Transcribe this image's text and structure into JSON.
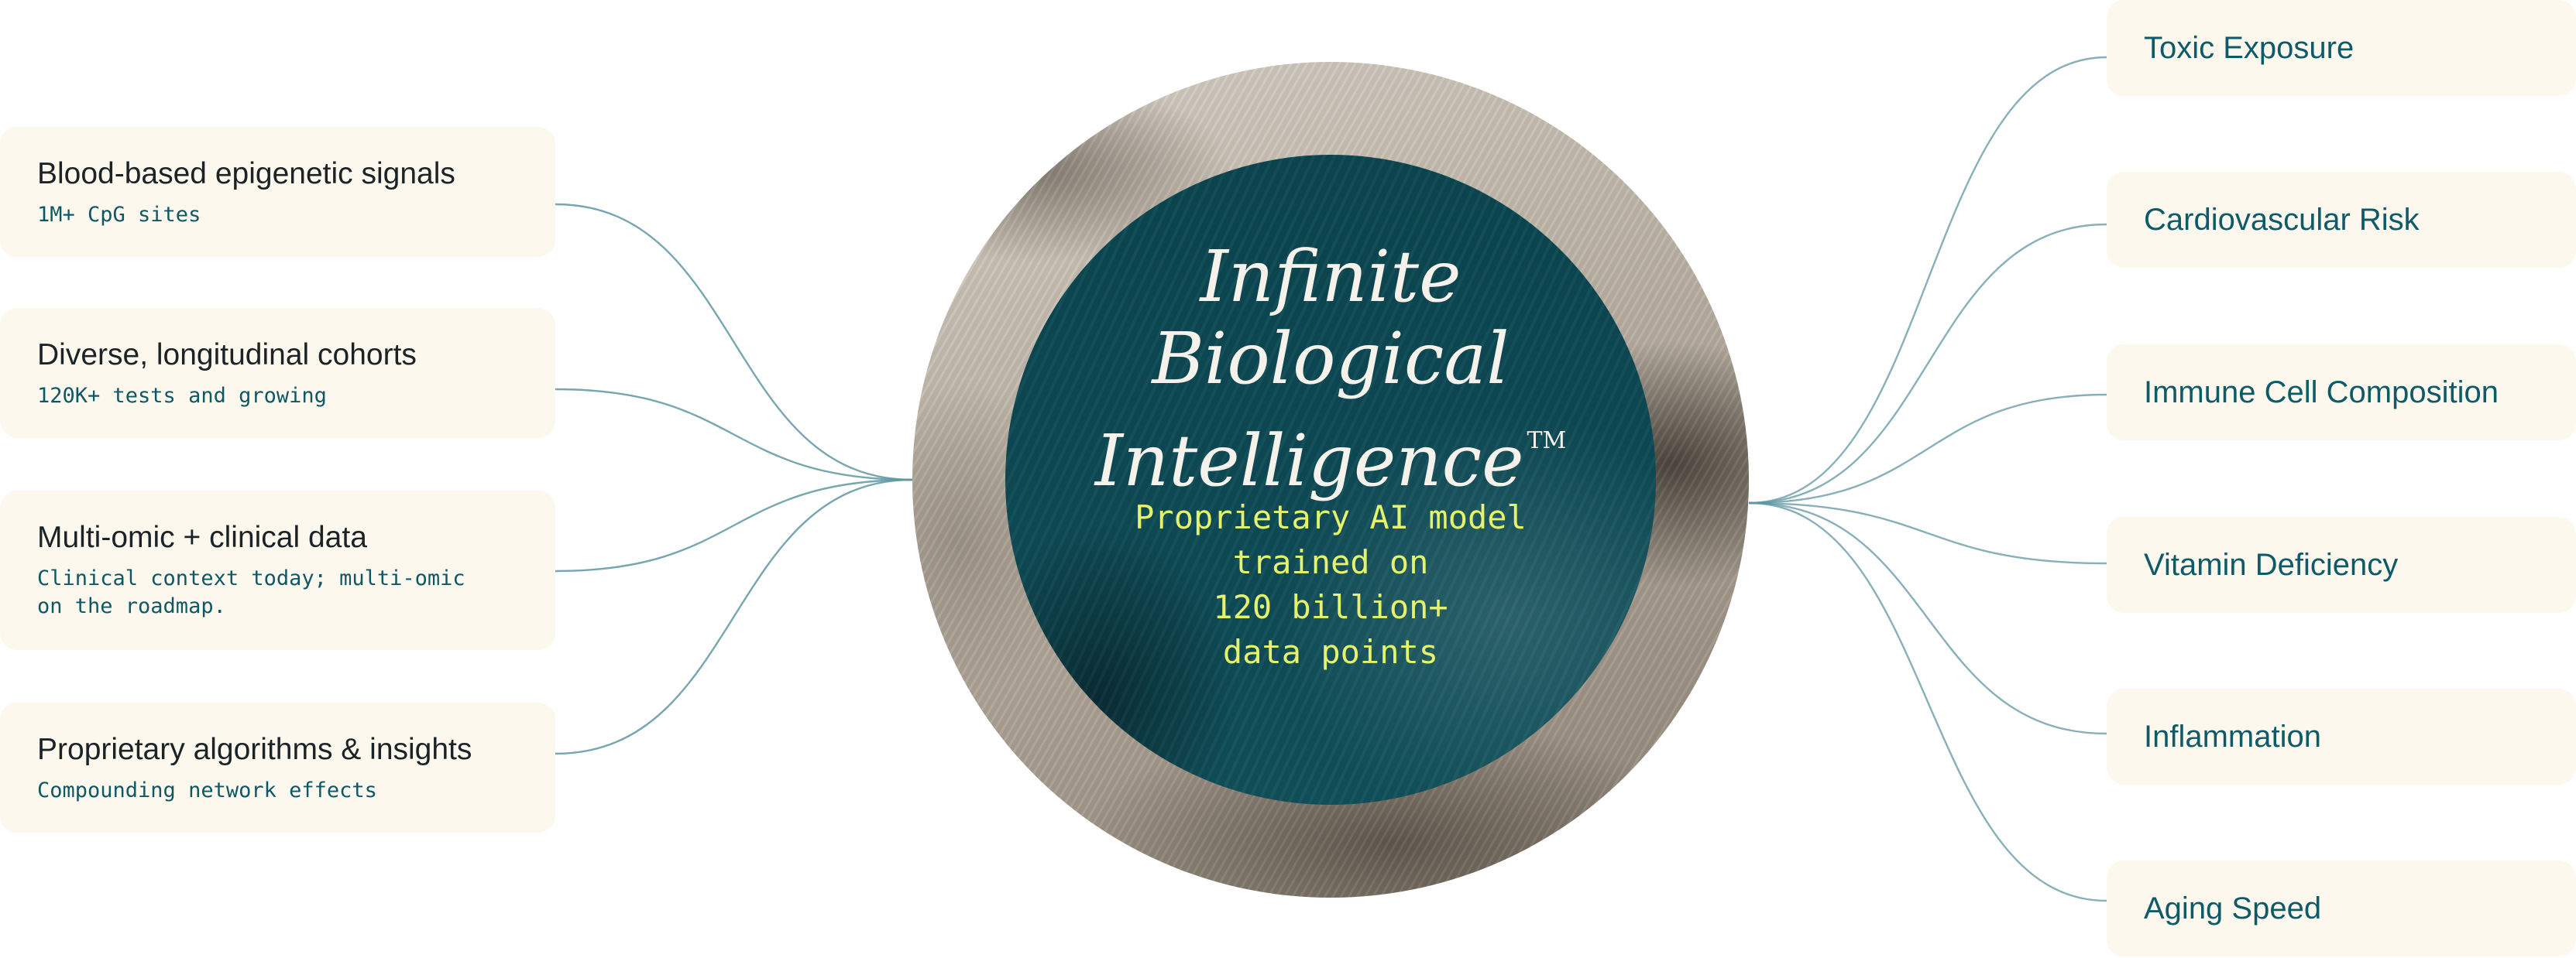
{
  "center": {
    "title_lines": [
      "Infinite",
      "Biological",
      "Intelligence"
    ],
    "trademark": "TM",
    "subtitle": "Proprietary AI model\ntrained on\n120 billion+\ndata points"
  },
  "inputs": [
    {
      "title": "Blood-based epigenetic signals",
      "subtitle": "1M+ CpG sites"
    },
    {
      "title": "Diverse, longitudinal cohorts",
      "subtitle": "120K+ tests and growing"
    },
    {
      "title": "Multi-omic + clinical data",
      "subtitle": "Clinical context today; multi-omic\non the roadmap."
    },
    {
      "title": "Proprietary algorithms & insights",
      "subtitle": "Compounding network effects"
    }
  ],
  "outputs": [
    {
      "label": "Toxic Exposure"
    },
    {
      "label": "Cardiovascular Risk"
    },
    {
      "label": "Immune Cell  Composition"
    },
    {
      "label": "Vitamin Deficiency"
    },
    {
      "label": "Inflammation"
    },
    {
      "label": "Aging Speed"
    }
  ],
  "colors": {
    "card_background": "#fdf8ed",
    "connector": "#5f96a2",
    "inner_circle": "#0e4a54",
    "accent_text": "#e4f26c",
    "output_text": "#0f5a69"
  }
}
